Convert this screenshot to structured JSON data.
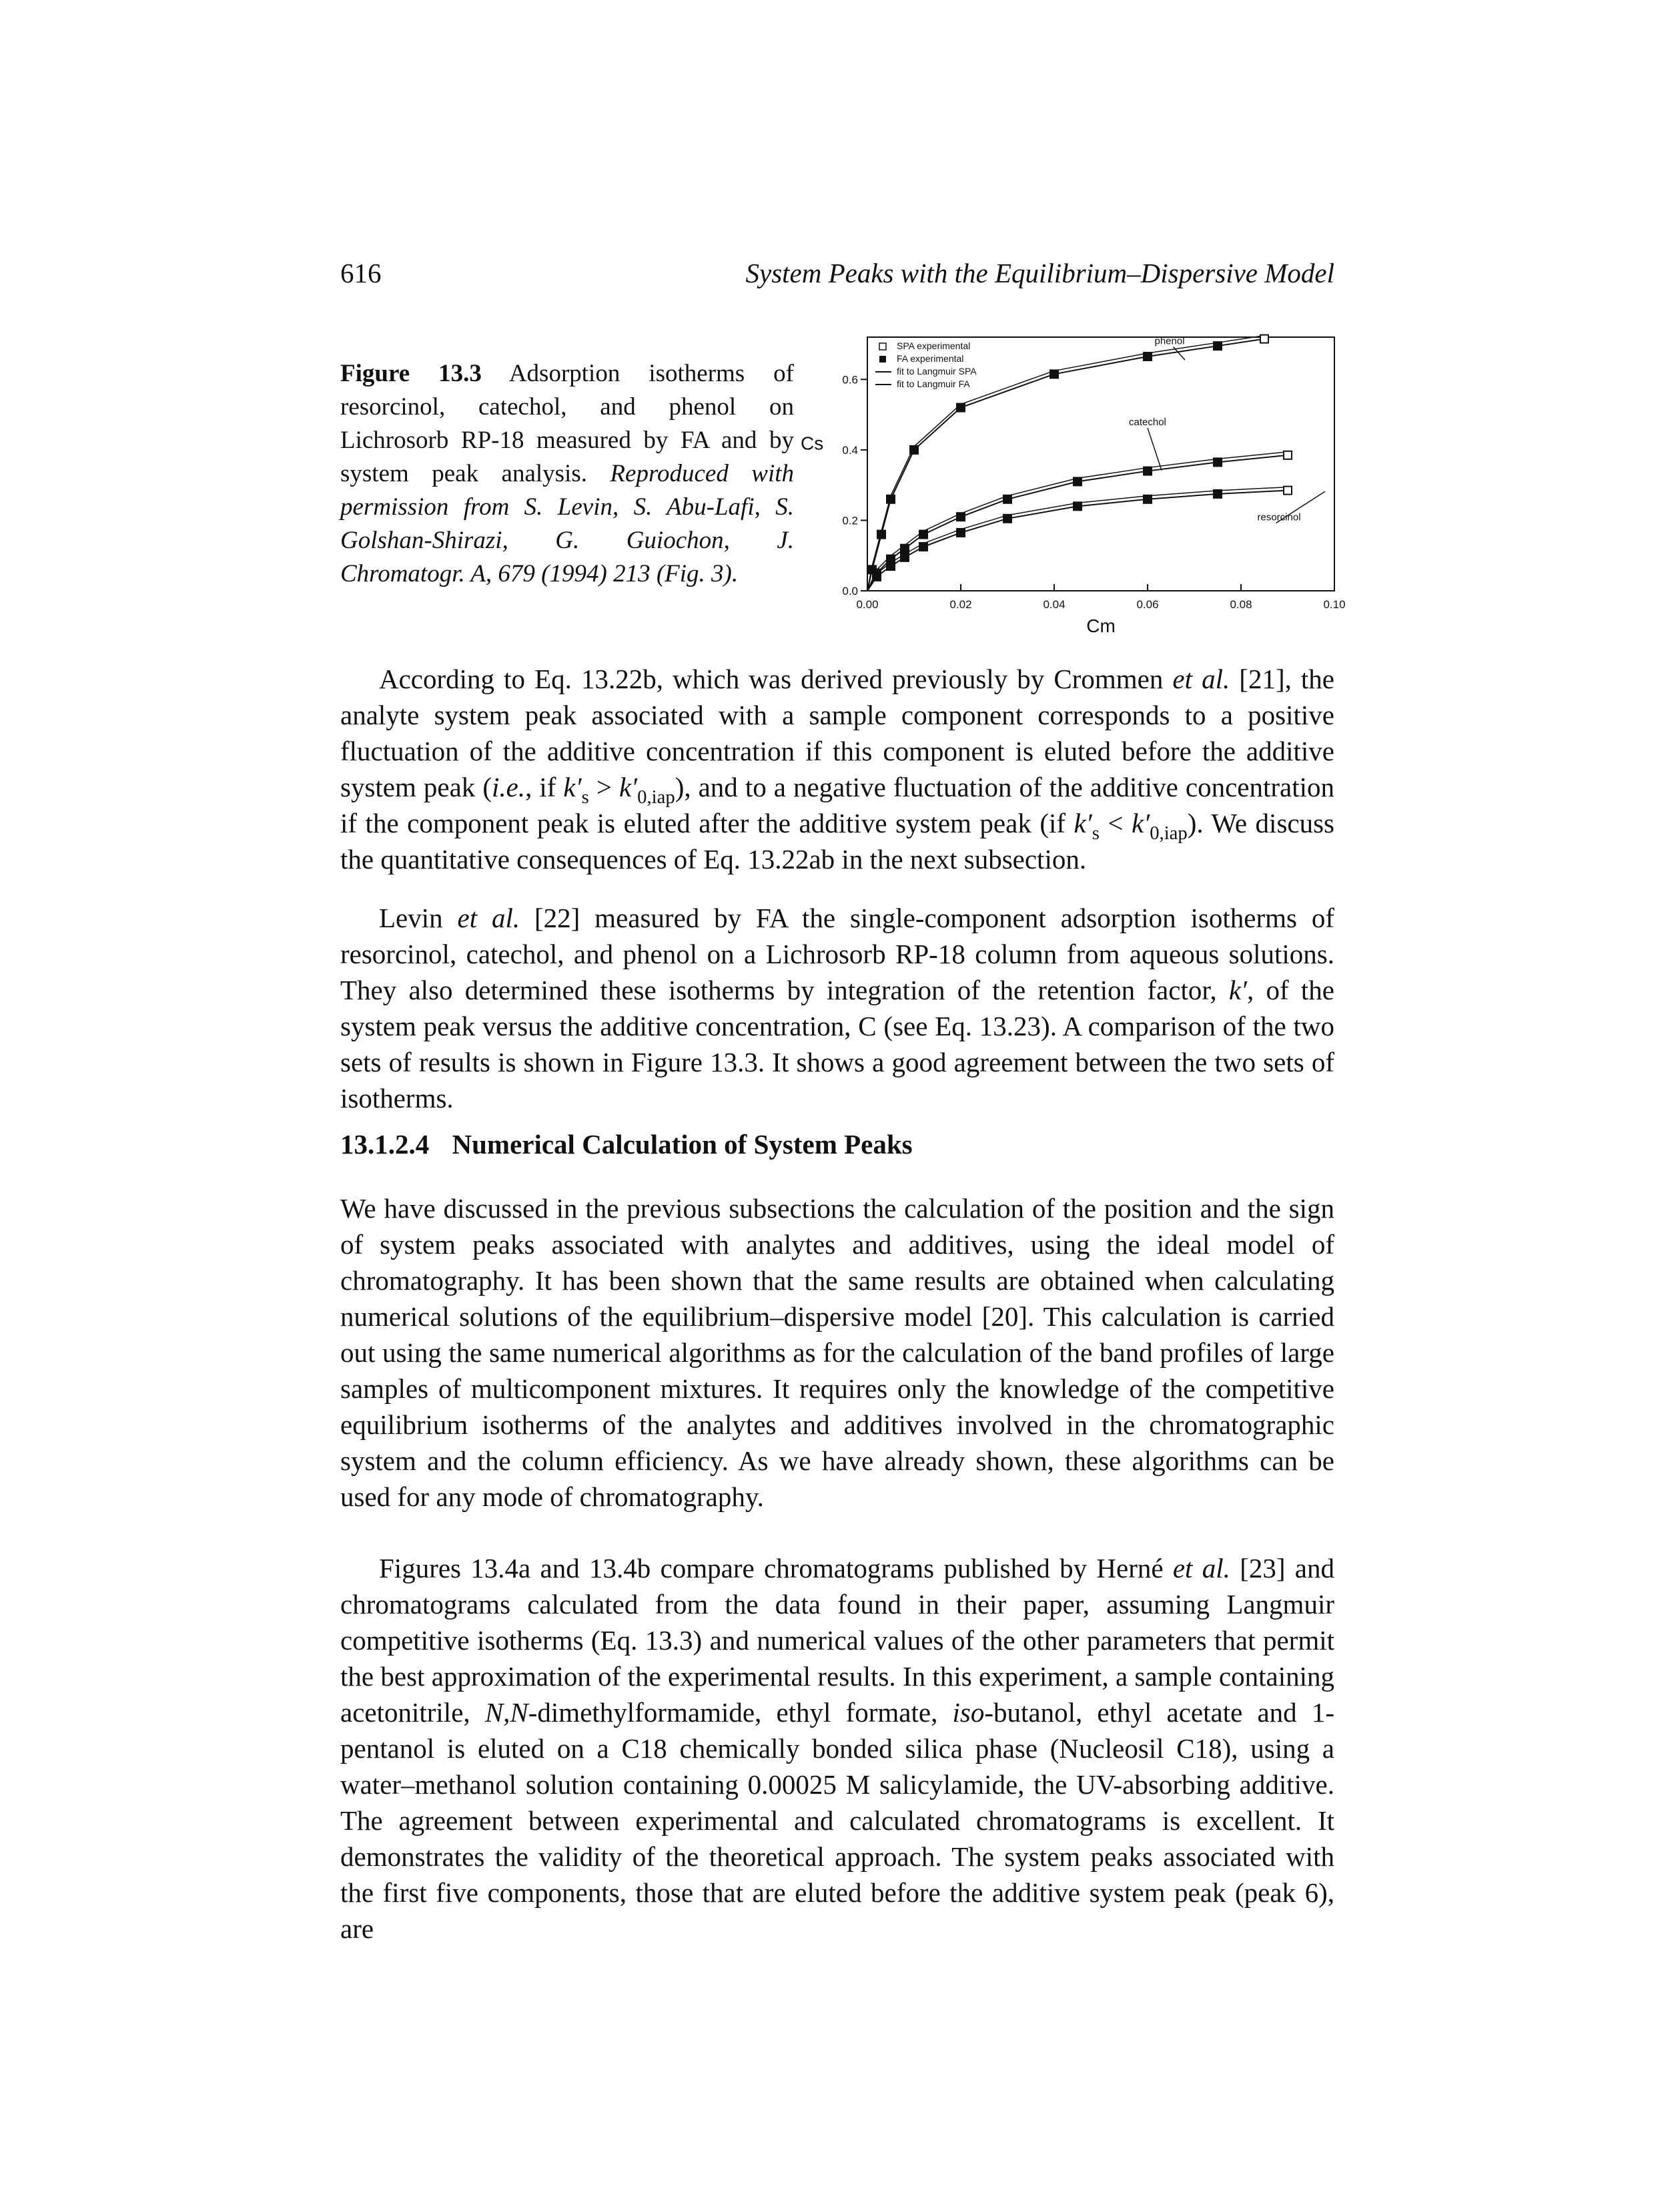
{
  "header": {
    "page_number": "616",
    "running_title": "System Peaks with the Equilibrium–Dispersive Model"
  },
  "figure": {
    "label": "Figure 13.3",
    "caption": "Adsorption isotherms of resorcinol, catechol, and phenol on Lichrosorb RP-18 measured by FA and by system peak analysis.",
    "credit": "Reproduced with permission from S. Levin, S. Abu-Lafi, S. Golshan-Shirazi, G. Guiochon, J. Chromatogr. A, 679 (1994) 213 (Fig. 3)."
  },
  "chart_data": {
    "type": "scatter",
    "xlabel": "Cm",
    "ylabel": "Cs",
    "xlim": [
      0,
      0.1
    ],
    "ylim": [
      0,
      0.72
    ],
    "xticks": [
      "0.00",
      "0.02",
      "0.04",
      "0.06",
      "0.08",
      "0.10"
    ],
    "yticks": [
      "0.0",
      "0.2",
      "0.4",
      "0.6"
    ],
    "grid": false,
    "legend_position": "top-left",
    "legend": [
      "SPA experimental",
      "FA experimental",
      "fit to Langmuir SPA",
      "fit to Langmuir FA"
    ],
    "series": [
      {
        "name": "phenol",
        "x": [
          0.001,
          0.003,
          0.005,
          0.01,
          0.02,
          0.04,
          0.06,
          0.075,
          0.085
        ],
        "y": [
          0.06,
          0.16,
          0.26,
          0.4,
          0.52,
          0.615,
          0.665,
          0.695,
          0.715
        ]
      },
      {
        "name": "catechol",
        "x": [
          0.002,
          0.005,
          0.008,
          0.012,
          0.02,
          0.03,
          0.045,
          0.06,
          0.075,
          0.09
        ],
        "y": [
          0.05,
          0.09,
          0.12,
          0.16,
          0.21,
          0.26,
          0.31,
          0.34,
          0.365,
          0.385
        ]
      },
      {
        "name": "resorcinol",
        "x": [
          0.002,
          0.005,
          0.008,
          0.012,
          0.02,
          0.03,
          0.045,
          0.06,
          0.075,
          0.09
        ],
        "y": [
          0.04,
          0.07,
          0.095,
          0.125,
          0.165,
          0.205,
          0.24,
          0.26,
          0.275,
          0.285
        ]
      }
    ],
    "annotations": [
      "phenol",
      "catechol",
      "resorcinol"
    ]
  },
  "paragraphs": {
    "p1": "According to Eq. 13.22b, which was derived previously by Crommen et al. [21], the analyte system peak associated with a sample component corresponds to a positive fluctuation of the additive concentration if this component is eluted before the additive system peak (i.e., if k′s > k′0,iap), and to a negative fluctuation of the additive concentration if the component peak is eluted after the additive system peak (if k′s < k′0,iap). We discuss the quantitative consequences of Eq. 13.22ab in the next subsection.",
    "p2": "Levin et al. [22] measured by FA the single-component adsorption isotherms of resorcinol, catechol, and phenol on a Lichrosorb RP-18 column from aqueous solutions. They also determined these isotherms by integration of the retention factor, k′, of the system peak versus the additive concentration, C (see Eq. 13.23). A comparison of the two sets of results is shown in Figure 13.3. It shows a good agreement between the two sets of isotherms.",
    "p3": "We have discussed in the previous subsections the calculation of the position and the sign of system peaks associated with analytes and additives, using the ideal model of chromatography. It has been shown that the same results are obtained when calculating numerical solutions of the equilibrium–dispersive model [20]. This calculation is carried out using the same numerical algorithms as for the calculation of the band profiles of large samples of multicomponent mixtures. It requires only the knowledge of the competitive equilibrium isotherms of the analytes and additives involved in the chromatographic system and the column efficiency. As we have already shown, these algorithms can be used for any mode of chromatography.",
    "p4": "Figures 13.4a and 13.4b compare chromatograms published by Herné et al. [23] and chromatograms calculated from the data found in their paper, assuming Langmuir competitive isotherms (Eq. 13.3) and numerical values of the other parameters that permit the best approximation of the experimental results. In this experiment, a sample containing acetonitrile, N,N-dimethylformamide, ethyl formate, iso-butanol, ethyl acetate and 1-pentanol is eluted on a C18 chemically bonded silica phase (Nucleosil C18), using a water–methanol solution containing 0.00025 M salicylamide, the UV-absorbing additive. The agreement between experimental and calculated chromatograms is excellent. It demonstrates the validity of the theoretical approach. The system peaks associated with the first five components, those that are eluted before the additive system peak (peak 6), are"
  },
  "section": {
    "number": "13.1.2.4",
    "title": "Numerical Calculation of System Peaks"
  },
  "p1_parts": {
    "a": "According to Eq. 13.22b, which was derived previously by Crommen ",
    "etal": "et al.",
    "b": " [21], the analyte system peak associated with a sample component corresponds to a positive fluctuation of the additive concentration if this component is eluted before the additive system peak (",
    "ie": "i.e.",
    "c": ", if ",
    "k1": "k′",
    "s1": "s",
    "gt": " > ",
    "k2": "k′",
    "s2": "0,iap",
    "d": "), and to a negative fluctuation of the additive concentration if the component peak is eluted after the additive system peak (if ",
    "k3": "k′",
    "s3": "s",
    "lt": " < ",
    "k4": "k′",
    "s4": "0,iap",
    "e": "). We discuss the quantitative consequences of Eq. 13.22ab in the next subsection."
  },
  "p2_parts": {
    "a": "Levin ",
    "etal": "et al.",
    "b": " [22] measured by FA the single-component adsorption isotherms of resorcinol, catechol, and phenol on a Lichrosorb RP-18 column from aqueous solutions. They also determined these isotherms by integration of the retention factor, ",
    "k": "k′",
    "c": ", of the system peak versus the additive concentration, C (see Eq. 13.23). A comparison of the two sets of results is shown in Figure 13.3. It shows a good agreement between the two sets of isotherms."
  },
  "p4_parts": {
    "a": "Figures 13.4a and 13.4b compare chromatograms published by Herné ",
    "etal": "et al.",
    "b": " [23] and chromatograms calculated from the data found in their paper, assuming Langmuir competitive isotherms (Eq. 13.3) and numerical values of the other parameters that permit the best approximation of the experimental results. In this experiment, a sample containing acetonitrile, ",
    "nn": "N,N",
    "c": "-dimethylformamide, ethyl formate, ",
    "iso": "iso",
    "d": "-butanol, ethyl acetate and 1-pentanol is eluted on a C18 chemically bonded silica phase (Nucleosil C18), using a water–methanol solution containing 0.00025 M salicylamide, the UV-absorbing additive. The agreement between experimental and calculated chromatograms is excellent. It demonstrates the validity of the theoretical approach. The system peaks associated with the first five components, those that are eluted before the additive system peak (peak 6), are"
  }
}
